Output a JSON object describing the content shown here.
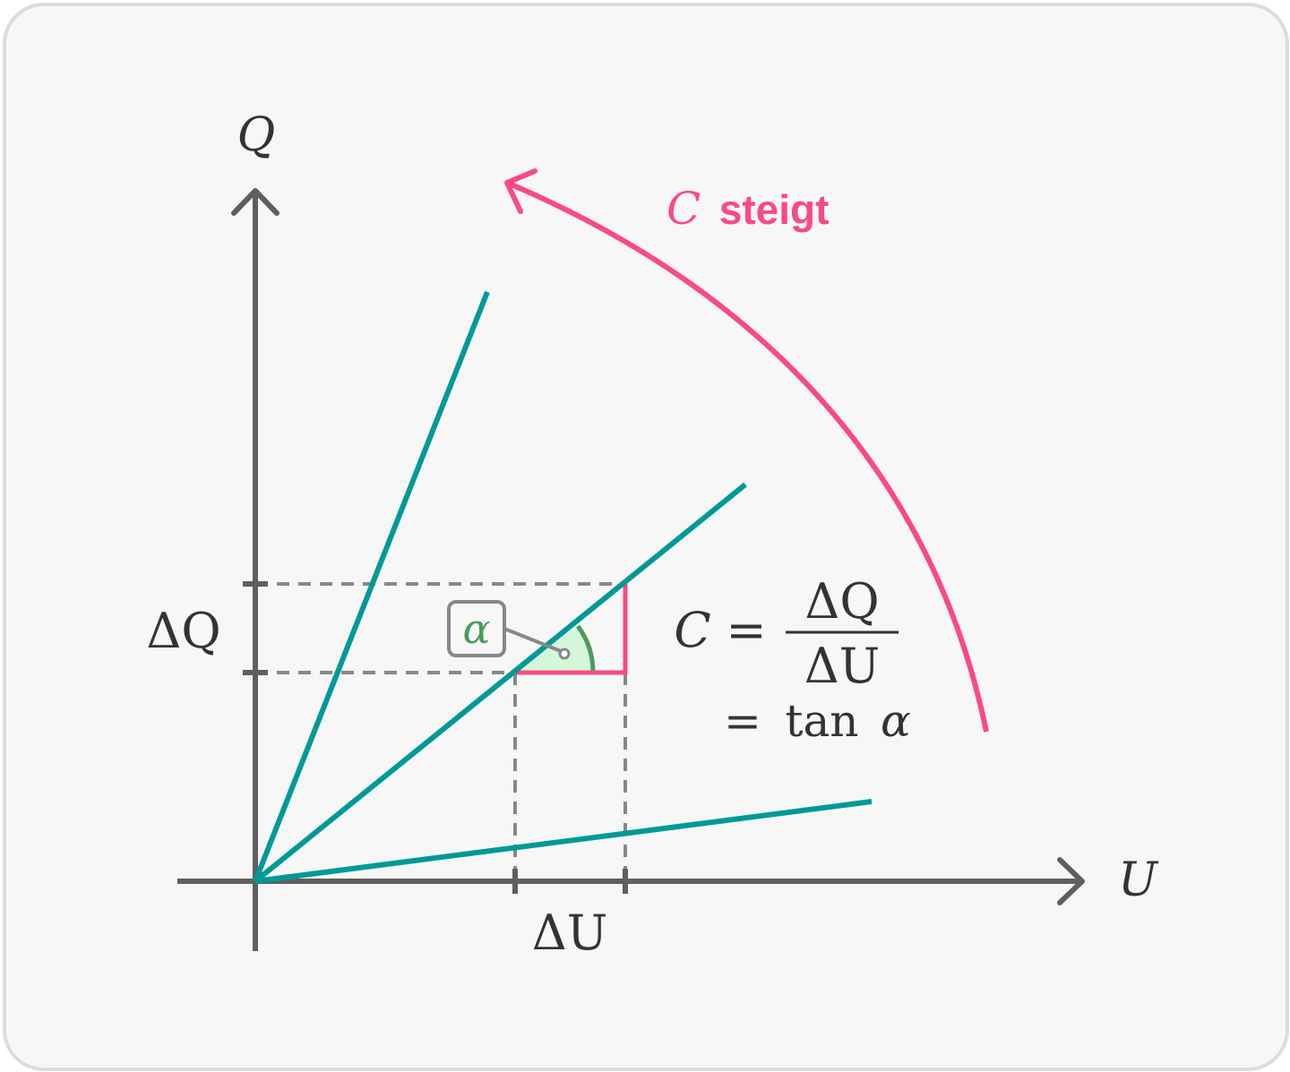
{
  "axes": {
    "x_label": "U",
    "y_label": "Q"
  },
  "arrow_label": {
    "symbol": "C",
    "text": "steigt"
  },
  "delta_labels": {
    "dq": "ΔQ",
    "du": "ΔU"
  },
  "angle_label": "α",
  "formula": {
    "lhs": "C",
    "eq": "=",
    "numerator": "ΔQ",
    "denominator": "ΔU",
    "line2_eq": "=",
    "line2_func": "tan",
    "line2_var": "α"
  },
  "colors": {
    "axis": "#5f5f5f",
    "line": "#009999",
    "accent": "#f94b82",
    "angle": "#4c9a5e",
    "angle_fill": "#d4f7d9",
    "dashed": "#888888",
    "background": "#f7f7f7"
  }
}
